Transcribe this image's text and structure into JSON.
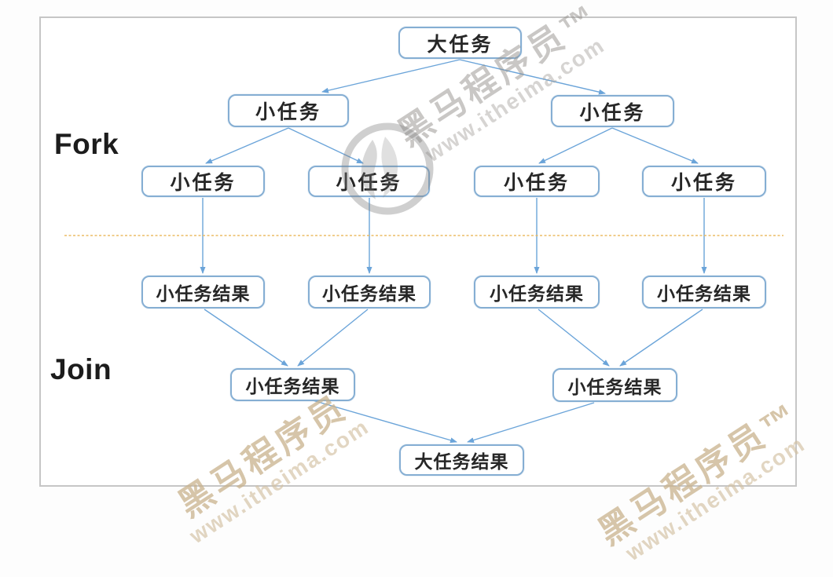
{
  "diagram": {
    "phase_labels": {
      "fork": "Fork",
      "join": "Join"
    },
    "nodes": [
      {
        "id": "big-task",
        "label": "大任务"
      },
      {
        "id": "small-task-1",
        "label": "小任务"
      },
      {
        "id": "small-task-2",
        "label": "小任务"
      },
      {
        "id": "small-task-3",
        "label": "小任务"
      },
      {
        "id": "small-task-4",
        "label": "小任务"
      },
      {
        "id": "small-task-5",
        "label": "小任务"
      },
      {
        "id": "small-task-6",
        "label": "小任务"
      },
      {
        "id": "small-task-result-1",
        "label": "小任务结果"
      },
      {
        "id": "small-task-result-2",
        "label": "小任务结果"
      },
      {
        "id": "small-task-result-3",
        "label": "小任务结果"
      },
      {
        "id": "small-task-result-4",
        "label": "小任务结果"
      },
      {
        "id": "small-task-result-5",
        "label": "小任务结果"
      },
      {
        "id": "small-task-result-6",
        "label": "小任务结果"
      },
      {
        "id": "big-task-result",
        "label": "大任务结果"
      }
    ],
    "colors": {
      "node_border": "#85aed3",
      "arrow": "#5b9bd5",
      "divider": "#eab95c",
      "frame_border": "#c6c6c6"
    }
  },
  "watermarks": {
    "brand": "黑马程序员",
    "brand_tm": "黑马程序员™",
    "url": "www.itheima.com"
  }
}
